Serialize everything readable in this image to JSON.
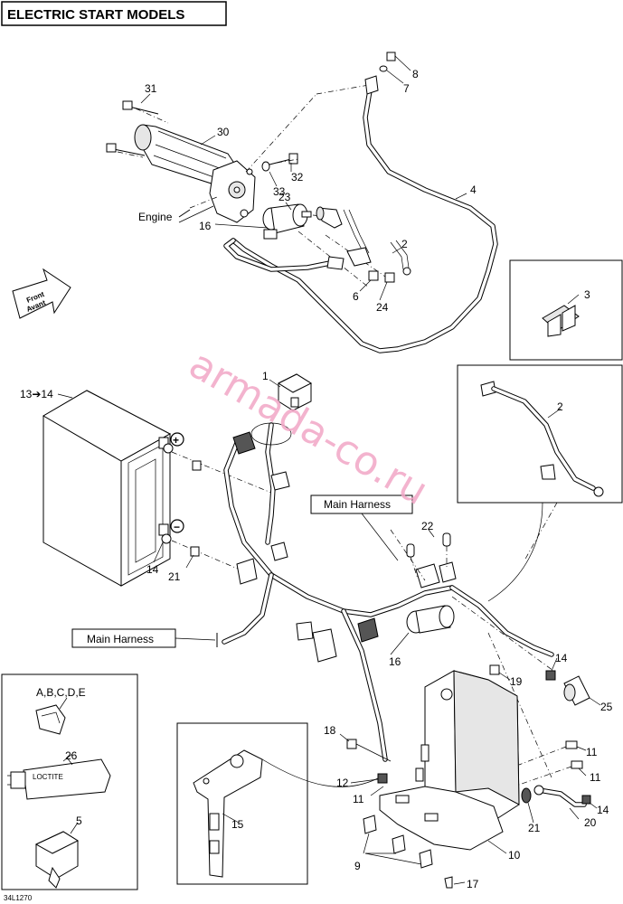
{
  "title": "ELECTRIC START MODELS",
  "watermark": "armada-co.ru",
  "drawing_number": "34L1270",
  "front_arrow": {
    "line1": "Front",
    "line2": "Avant"
  },
  "labels": {
    "engine": "Engine",
    "main_harness_1": "Main Harness",
    "main_harness_2": "Main Harness",
    "battery_range": "13➔14",
    "kit_letters": "A,B,C,D,E",
    "tube_text": "LOCTITE"
  },
  "polarity": {
    "plus": "+",
    "minus": "−"
  },
  "callouts": {
    "c1": "1",
    "c2a": "2",
    "c2b": "2",
    "c3": "3",
    "c4": "4",
    "c5": "5",
    "c6": "6",
    "c7": "7",
    "c8": "8",
    "c9": "9",
    "c10": "10",
    "c11a": "11",
    "c11b": "11",
    "c11c": "11",
    "c12": "12",
    "c14a": "14",
    "c14b": "14",
    "c14c": "14",
    "c15": "15",
    "c16a": "16",
    "c16b": "16",
    "c17": "17",
    "c18": "18",
    "c19": "19",
    "c20": "20",
    "c21a": "21",
    "c21b": "21",
    "c22": "22",
    "c23": "23",
    "c24": "24",
    "c25": "25",
    "c26": "26",
    "c30": "30",
    "c31": "31",
    "c32": "32",
    "c33": "33"
  }
}
